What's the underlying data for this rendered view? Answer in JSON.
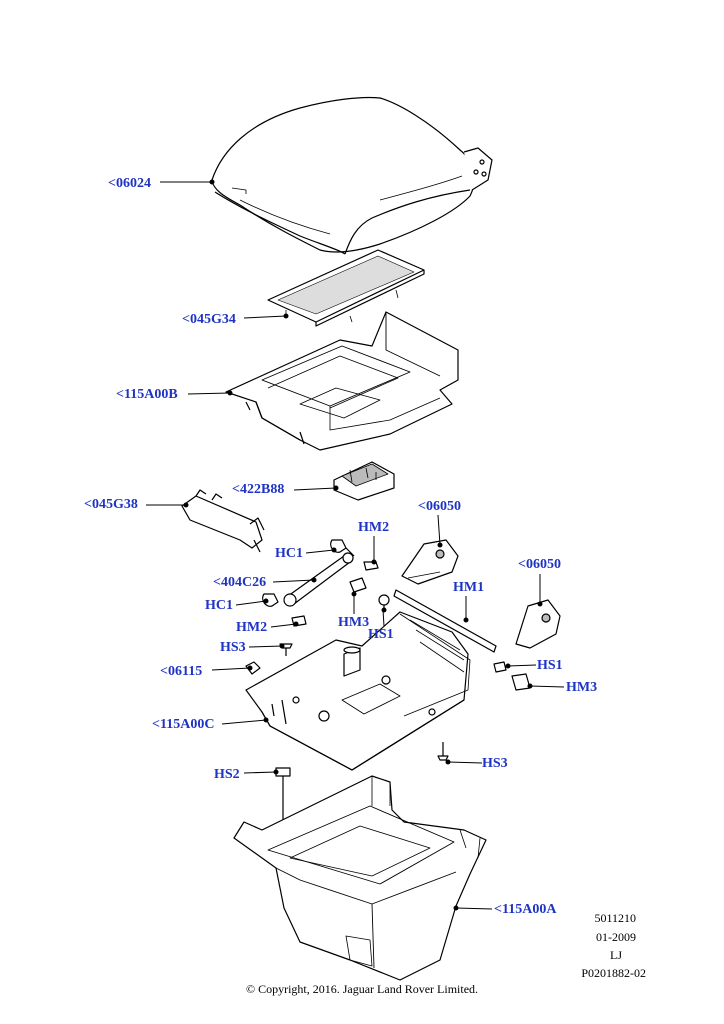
{
  "callouts": {
    "c06024": "<06024",
    "c045G34": "<045G34",
    "c115A00B": "<115A00B",
    "c422B88": "<422B88",
    "c045G38": "<045G38",
    "c06050a": "<06050",
    "hm2a": "HM2",
    "hc1a": "HC1",
    "c404C26": "<404C26",
    "c06050b": "<06050",
    "hm1": "HM1",
    "hc1b": "HC1",
    "hm3a": "HM3",
    "hm2b": "HM2",
    "hs1a": "HS1",
    "hs3a": "HS3",
    "c06115": "<06115",
    "hs1b": "HS1",
    "hm3b": "HM3",
    "c115A00C": "<115A00C",
    "hs3b": "HS3",
    "hs2": "HS2",
    "c115A00A": "<115A00A"
  },
  "footer": {
    "ref1": "5011210",
    "ref2": "01-2009",
    "ref3": "LJ",
    "ref4": "P0201882-02",
    "copyright": "© Copyright, 2016. Jaguar Land Rover Limited."
  },
  "colors": {
    "callout": "#1f33c4",
    "line": "#000000"
  }
}
